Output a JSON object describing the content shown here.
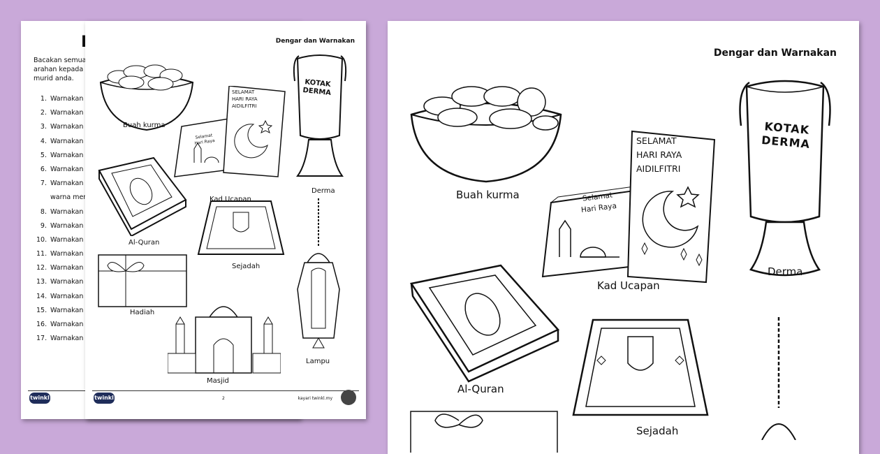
{
  "back": {
    "heading_initial": "D",
    "instructions": "Bacakan semua arahan kepada murid anda.",
    "items": [
      {
        "n": "1.",
        "t": "Warnakan"
      },
      {
        "n": "2.",
        "t": "Warnakan"
      },
      {
        "n": "3.",
        "t": "Warnakan"
      },
      {
        "n": "4.",
        "t": "Warnakan"
      },
      {
        "n": "5.",
        "t": "Warnakan"
      },
      {
        "n": "6.",
        "t": "Warnakan"
      },
      {
        "n": "7.",
        "t": "Warnakan"
      },
      {
        "n": "",
        "t": "warna mer"
      },
      {
        "n": "8.",
        "t": "Warnakan"
      },
      {
        "n": "9.",
        "t": "Warnakan"
      },
      {
        "n": "10.",
        "t": "Warnakan"
      },
      {
        "n": "11.",
        "t": "Warnakan"
      },
      {
        "n": "12.",
        "t": "Warnakan"
      },
      {
        "n": "13.",
        "t": "Warnakan"
      },
      {
        "n": "14.",
        "t": "Warnakan"
      },
      {
        "n": "15.",
        "t": "Warnakan"
      },
      {
        "n": "16.",
        "t": "Warnakan"
      },
      {
        "n": "17.",
        "t": "Warnakan"
      }
    ],
    "logo": "twinkl"
  },
  "mid": {
    "header": "Dengar dan Warnakan",
    "labels": {
      "kurma": "Buah kurma",
      "kad": "Kad Ucapan",
      "derma": "Derma",
      "quran": "Al-Quran",
      "sejadah": "Sejadah",
      "hadiah": "Hadiah",
      "lampu": "Lampu",
      "masjid": "Masjid"
    },
    "card_text": {
      "line1": "SELAMAT",
      "line2": "HARI RAYA",
      "line3": "AIDILFITRI",
      "small1": "Selamat",
      "small2": "Hari Raya"
    },
    "box_text": {
      "line1": "KOTAK",
      "line2": "DERMA"
    },
    "page_number": "2",
    "site": "kayari twinkl.my",
    "logo": "twinkl"
  },
  "front": {
    "header": "Dengar dan Warnakan",
    "labels": {
      "kurma": "Buah kurma",
      "kad": "Kad Ucapan",
      "derma": "Derma",
      "quran": "Al-Quran",
      "sejadah": "Sejadah"
    },
    "card_text": {
      "line1": "SELAMAT",
      "line2": "HARI RAYA",
      "line3": "AIDILFITRI",
      "small1": "Selamat",
      "small2": "Hari Raya"
    },
    "box_text": {
      "line1": "KOTAK",
      "line2": "DERMA"
    }
  }
}
